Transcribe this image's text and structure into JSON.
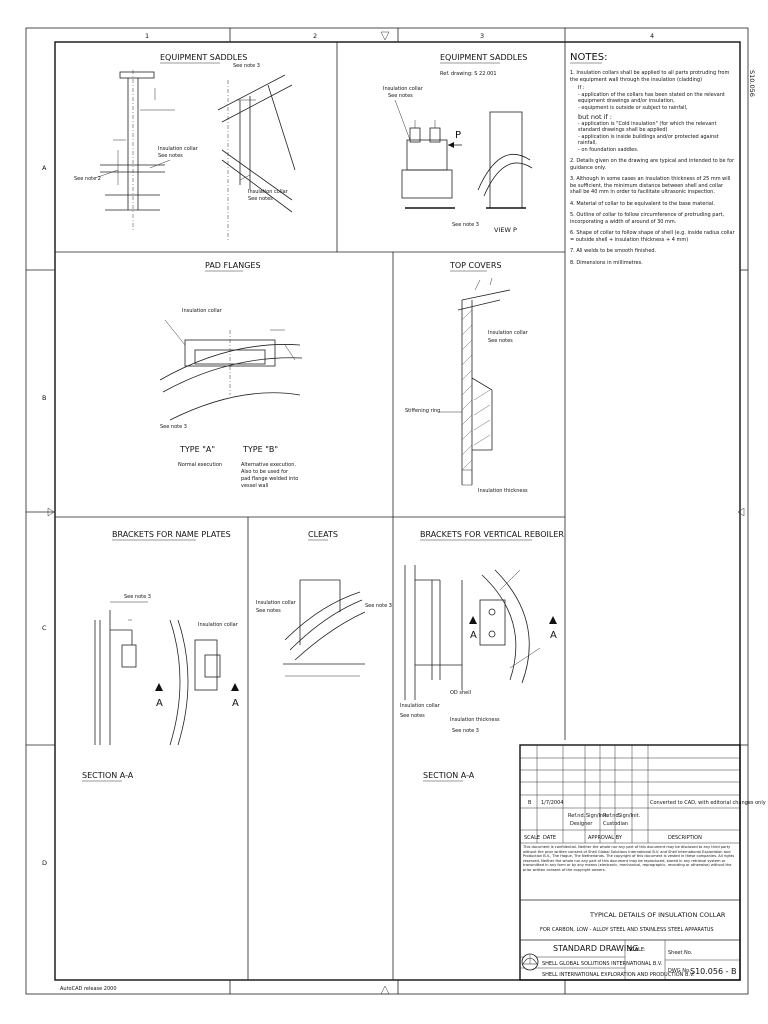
{
  "grid": {
    "columns": [
      "1",
      "2",
      "3",
      "4"
    ],
    "rows": [
      "A",
      "B",
      "C",
      "D"
    ]
  },
  "side_code": "S10.056",
  "sections": {
    "saddles_left": {
      "title": "EQUIPMENT SADDLES",
      "labels": [
        "See note 3",
        "Insulation collar",
        "See notes",
        "See note 2",
        "Insulation collar",
        "See notes"
      ]
    },
    "saddles_right": {
      "title": "EQUIPMENT SADDLES",
      "ref": "Ref. drawing: S 22.001",
      "labels": [
        "Insulation collar",
        "See notes",
        "See note 3"
      ],
      "arrow_label": "P",
      "view_label": "VIEW P"
    },
    "pad_flanges": {
      "title": "PAD FLANGES",
      "labels": [
        "Insulation collar",
        "See note 3"
      ],
      "type_a": "TYPE \"A\"",
      "type_a_desc": [
        "Normal execution"
      ],
      "type_b": "TYPE \"B\"",
      "type_b_desc": [
        "Alternative execution.",
        "Also to be used for",
        "pad flange welded into",
        "vessel wall"
      ]
    },
    "top_covers": {
      "title": "TOP COVERS",
      "labels": [
        "Insulation collar",
        "See notes",
        "Stiffening ring",
        "Insulation thickness"
      ]
    },
    "brackets_name": {
      "title": "BRACKETS FOR NAME PLATES",
      "labels": [
        "See note 3",
        "Insulation collar"
      ],
      "section": "SECTION A-A",
      "marker": "A"
    },
    "cleats": {
      "title": "CLEATS",
      "labels": [
        "Insulation collar",
        "See notes",
        "See note 3"
      ]
    },
    "brackets_reboiler": {
      "title": "BRACKETS FOR VERTICAL REBOILER",
      "labels": [
        "OD shell",
        "Insulation collar",
        "See notes",
        "Insulation thickness",
        "See note 3"
      ],
      "section": "SECTION A-A",
      "marker": "A"
    }
  },
  "notes": {
    "title": "NOTES:",
    "items": [
      "1. Insulation collars shall be applied to all parts protruding from the equipment wall through the insulation (cladding)",
      "If :",
      "- application of the collars has been stated on the relevant equipment drawings and/or insulation,",
      "- equipment is outside or subject to rainfall,",
      "but not if :",
      "- application is \"Cold insulation\" (for which the relevant standard drawings shall be applied)",
      "- application is inside buildings and/or protected against rainfall,",
      "- on foundation saddles.",
      "2. Details given on the drawing are typical and intended to be for guidance only.",
      "3. Although in some cases an insulation thickness of 25 mm will be sufficient, the minimum distance between shell and collar shall be 40 mm in order to facilitate ultrasonic inspection.",
      "4. Material of collar to be equivalent to the base material.",
      "5. Outline of collar to follow circumference of protruding part, incorporating a width of around of 30 mm.",
      "6. Shape of collar to follow shape of shell (e.g. inside radius collar = outside shell + insulation thickness + 4 mm)",
      "7. All welds to be smooth finished.",
      "8. Dimensions in millimetres."
    ]
  },
  "title_block": {
    "revision": {
      "rev": "B",
      "date": "1/7/2004",
      "description": "Converted to CAD, with editorial changes only"
    },
    "signatures": [
      "Ref.nd.",
      "Sign/Init.",
      "Ref.nd.",
      "Sign/Init.",
      "Designer",
      "Custodian"
    ],
    "header_labels": {
      "scale": "SCALE",
      "date": "DATE",
      "approvals": "APPROVAL BY",
      "description": "DESCRIPTION"
    },
    "confidential": "This document is confidential. Neither the whole nor any part of this document may be disclosed to any third party without the prior written consent of Shell Global Solutions International B.V. and Shell International Exploration and Production B.V., The Hague, The Netherlands. The copyright of this document is vested in these companies. All rights reserved. Neither the whole nor any part of this document may be reproduced, stored in any retrieval system or transmitted in any form or by any means (electronic, mechanical, reprographic, recording or otherwise) without the prior written consent of the copyright owners.",
    "title": "TYPICAL DETAILS OF INSULATION COLLAR",
    "subtitle": "FOR CARBON, LOW - ALLOY STEEL AND STAINLESS STEEL APPARATUS",
    "standard": "STANDARD DRAWING",
    "company_1": "SHELL GLOBAL SOLUTIONS INTERNATIONAL B.V.",
    "company_2": "SHELL INTERNATIONAL EXPLORATION AND PRODUCTION B.V.",
    "scale_label": "SCALE:",
    "sheet_label": "Sheet No.",
    "dwg_label": "DWG No.",
    "dwg_no": "S10.056 - B"
  },
  "footer": "AutoCAD release 2000"
}
